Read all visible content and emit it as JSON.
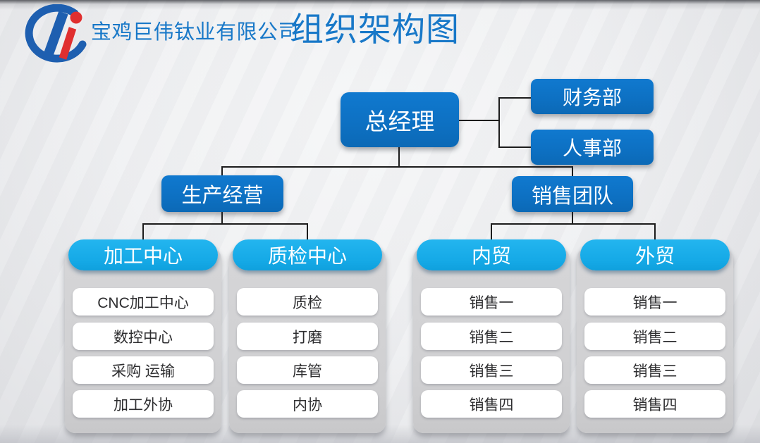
{
  "header": {
    "company": "宝鸡巨伟钛业有限公司",
    "title": "组织架构图",
    "title_color": "#1878c8",
    "logo": {
      "name": "juwei-ti-logo",
      "arc_color": "#1e5fb0",
      "i_color": "#e02f2f"
    }
  },
  "colors": {
    "node_blue": "#0d70c2",
    "header_cyan": "#17aee9",
    "column_gray": "#d0d0d2",
    "item_bg": "#ffffff",
    "connector": "#1c1c1c",
    "title_blue": "#1878c8"
  },
  "org": {
    "root": "总经理",
    "staff": [
      "财务部",
      "人事部"
    ],
    "branches": [
      {
        "label": "生产经营",
        "groups": [
          {
            "label": "加工中心",
            "items": [
              "CNC加工中心",
              "数控中心",
              "采购 运输",
              "加工外协"
            ]
          },
          {
            "label": "质检中心",
            "items": [
              "质检",
              "打磨",
              "库管",
              "内协"
            ]
          }
        ]
      },
      {
        "label": "销售团队",
        "groups": [
          {
            "label": "内贸",
            "items": [
              "销售一",
              "销售二",
              "销售三",
              "销售四"
            ]
          },
          {
            "label": "外贸",
            "items": [
              "销售一",
              "销售二",
              "销售三",
              "销售四"
            ]
          }
        ]
      }
    ]
  }
}
